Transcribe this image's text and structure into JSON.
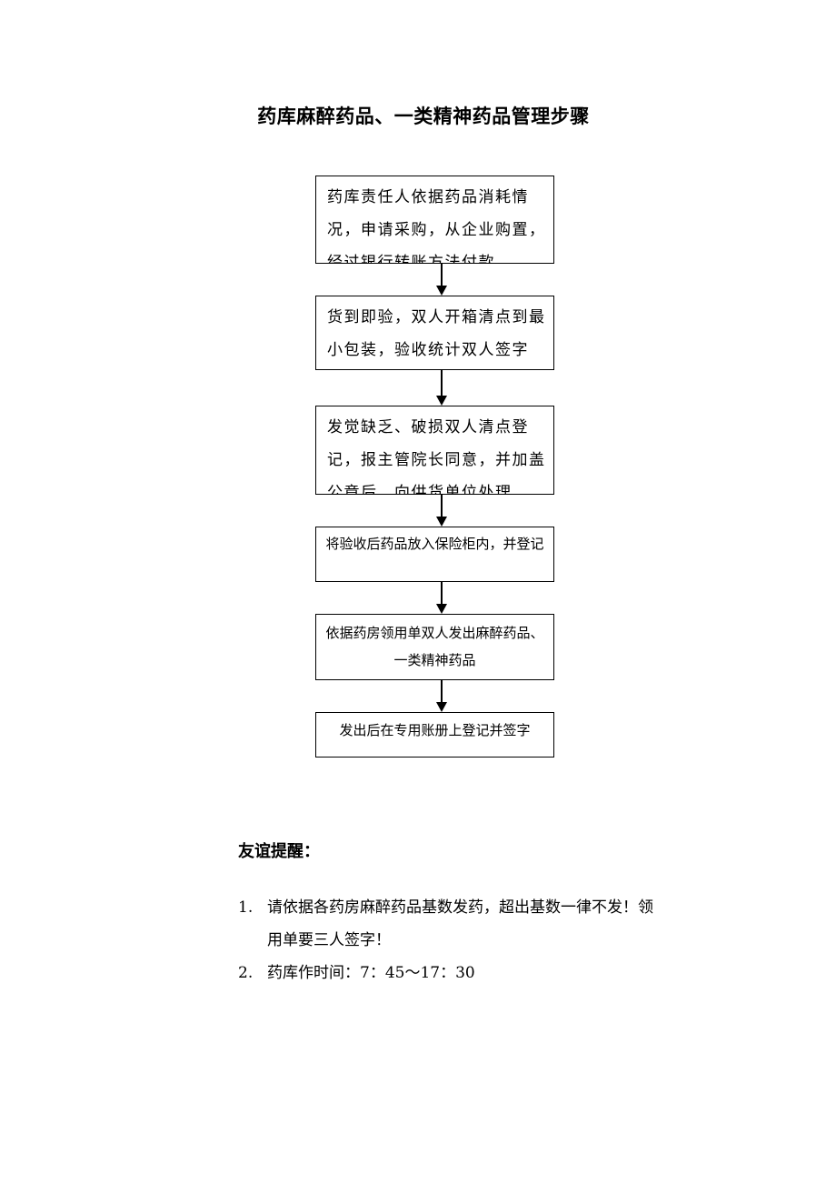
{
  "title": "药库麻醉药品、一类精神药品管理步骤",
  "flow_steps": [
    "药库责任人依据药品消耗情况，申请采购，从企业购置，经过银行转账方法付款",
    "货到即验，双人开箱清点到最小包装，验收统计双人签字",
    "发觉缺乏、破损双人清点登记，报主管院长同意，并加盖公章后，向供货单位处理",
    "将验收后药品放入保险柜内，并登记",
    "依据药房领用单双人发出麻醉药品、一类精神药品",
    "发出后在专用账册上登记并签字"
  ],
  "reminder": {
    "title": "友谊提醒：",
    "items": [
      {
        "num": "1.",
        "text": "请依据各药房麻醉药品基数发药，超出基数一律不发！领用单要三人签字！"
      },
      {
        "num": "2.",
        "text": "药库作时间：7：45～17：30"
      }
    ]
  }
}
